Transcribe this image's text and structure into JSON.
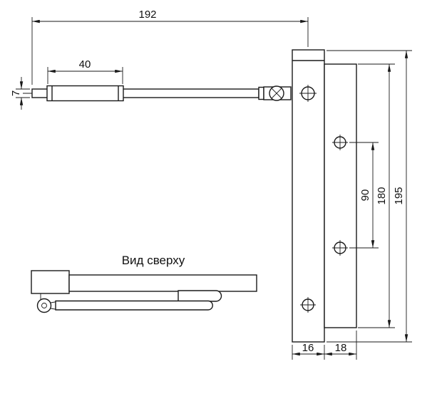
{
  "dimensions": {
    "top_length": "192",
    "sleeve_length": "40",
    "arm_thickness": "7",
    "hole_spacing": "90",
    "plate_length": "180",
    "overall_length": "195",
    "channel_width": "16",
    "plate_width": "18"
  },
  "labels": {
    "top_view": "Вид сверху"
  },
  "colors": {
    "line": "#1a1a1a",
    "background": "#ffffff"
  }
}
